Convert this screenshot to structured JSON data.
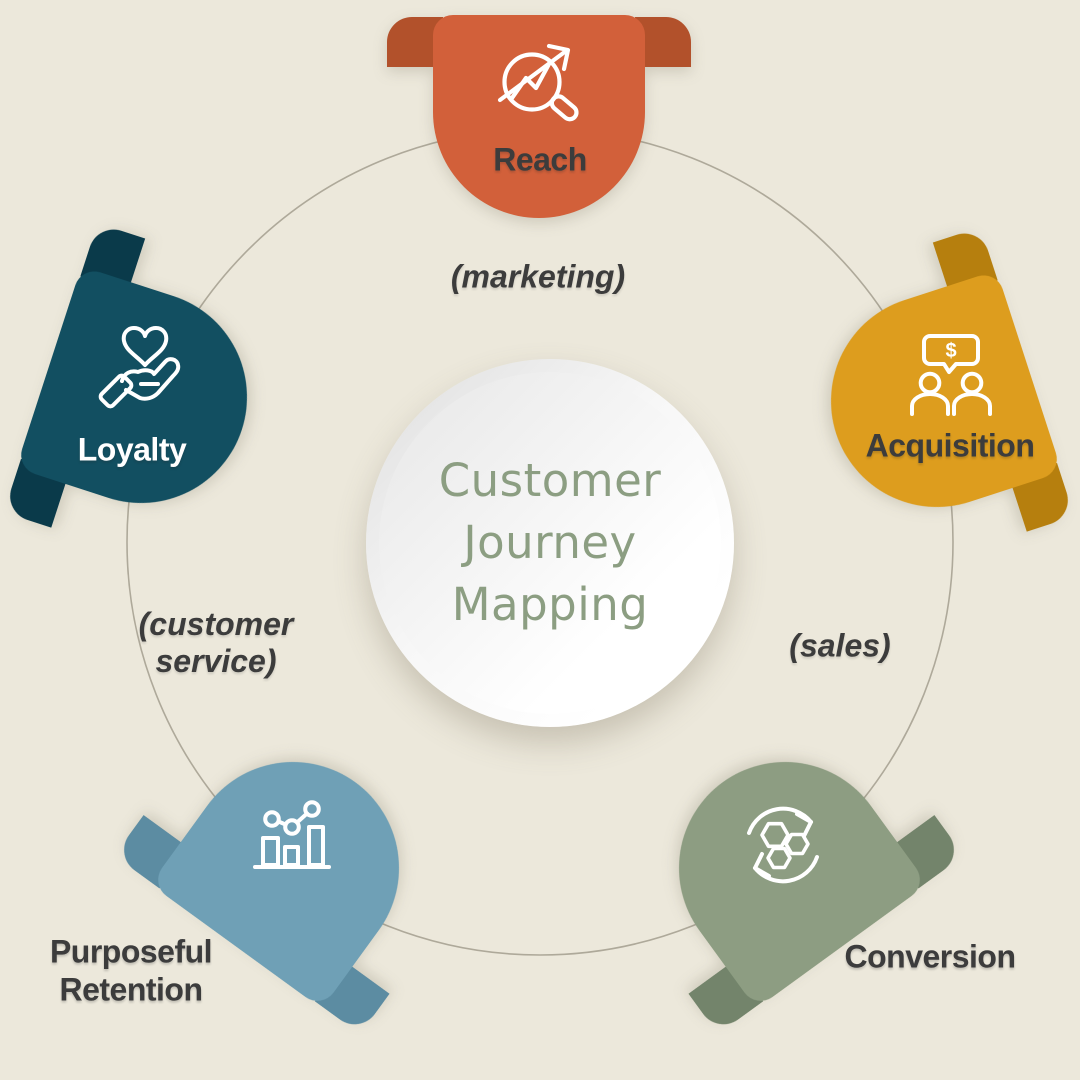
{
  "diagram": {
    "title_lines": [
      "Customer",
      "Journey",
      "Mapping"
    ],
    "title_color": "#8C9E82",
    "background_color": "#ECE8DB",
    "ring_color": "#A39D8E"
  },
  "stages": [
    {
      "id": "reach",
      "label": "Reach",
      "icon": "magnifier-trend-icon",
      "color": "#D2603A",
      "fold_color": "#B2512B",
      "label_color": "#3C3C3C"
    },
    {
      "id": "acquisition",
      "label": "Acquisition",
      "icon": "sales-conversation-icon",
      "color": "#DD9D1E",
      "fold_color": "#B67F0E",
      "label_color": "#3C3C3C",
      "bubble_text": "$"
    },
    {
      "id": "conversion",
      "label": "Conversion",
      "icon": "process-cycle-icon",
      "color": "#8D9D82",
      "fold_color": "#73846B",
      "label_color": "#3C3C3C"
    },
    {
      "id": "retention",
      "label": "Purposeful Retention",
      "icon": "growth-bar-chart-icon",
      "color": "#6FA0B6",
      "fold_color": "#5C8CA2",
      "label_color": "#3C3C3C"
    },
    {
      "id": "loyalty",
      "label": "Loyalty",
      "icon": "heart-in-hand-icon",
      "color": "#124F61",
      "fold_color": "#0A3A4A",
      "label_color": "#FFFFFF"
    }
  ],
  "departments": [
    {
      "label": "(marketing)"
    },
    {
      "label": "(sales)"
    },
    {
      "label": "(customer service)"
    }
  ]
}
